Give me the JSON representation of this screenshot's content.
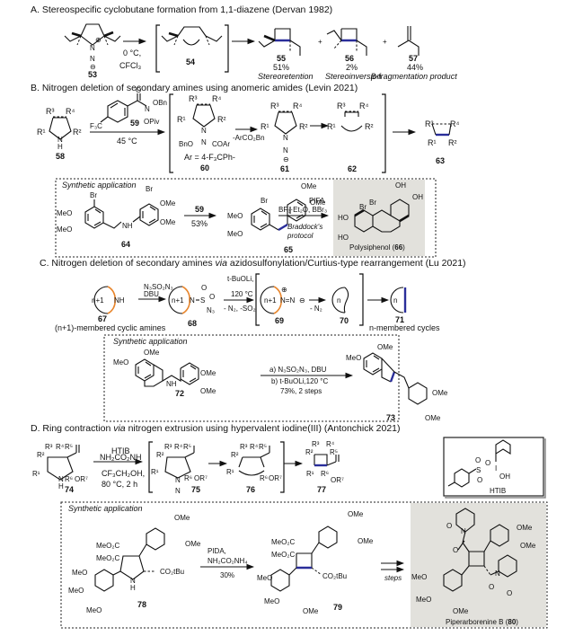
{
  "sections": {
    "A": {
      "title": "A. Stereospecific cyclobutane formation from 1,1-diazene (Dervan 1982)",
      "conditions": [
        "0 °C,",
        "CFCl₃"
      ],
      "compounds": {
        "c53": "53",
        "c54": "54",
        "c55": "55",
        "c56": "56",
        "c57": "57"
      },
      "yields": {
        "c55": "51%",
        "c56": "2%",
        "c57": "44%"
      },
      "outcomes": {
        "c55": "Stereoretention",
        "c56": "Stereoinversion",
        "c57": "β-fragmentation product"
      },
      "plus": "+"
    },
    "B": {
      "title": "B. Nitrogen deletion of secondary amines using anomeric amides (Levin 2021)",
      "reagent_label": "59",
      "reagent_groups": [
        "O",
        "N",
        "OBn",
        "OPiv",
        "F₃C"
      ],
      "conditions": "45 °C",
      "byproduct": "-ArCO₂Bn",
      "ar_def": "Ar = 4-F₃CPh-",
      "compounds": {
        "c58": "58",
        "c60": "60",
        "c61": "61",
        "c62": "62",
        "c63": "63"
      },
      "substituents": {
        "r1": "R¹",
        "r2": "R²",
        "r3": "R³",
        "r4": "R⁴"
      },
      "atoms": {
        "nh": "N",
        "h": "H",
        "bno": "BnO",
        "coar": "COAr",
        "n": "N",
        "n_plus": "N",
        "n_minus": "N"
      },
      "application": {
        "heading": "Synthetic application",
        "step1_reagent": "59",
        "step1_yield": "53%",
        "step2_reagents": [
          "PIFA",
          "BF₃·Et₂O, BBr₃"
        ],
        "step2_note": [
          "Braddock's",
          "protocol"
        ],
        "compounds": {
          "c64": "64",
          "c65": "65"
        },
        "product_name": "Polysiphenol (",
        "product_num": "66",
        "product_close": ")",
        "groups": {
          "br": "Br",
          "ome": "OMe",
          "meo": "MeO",
          "oh": "OH",
          "ho": "HO",
          "nh": "NH"
        }
      }
    },
    "C": {
      "title_parts": [
        "C. Nitrogen deletion of secondary amines ",
        "via",
        " azidosulfonylation/Curtius-type rearrangement (Lu 2021)"
      ],
      "step1": [
        "N₃SO₂N₃",
        "DBU"
      ],
      "step2": [
        "t-BuOLi,",
        "120 °C",
        "- N₂, -SO₂"
      ],
      "step3": "- N₂",
      "ring_labels": {
        "n1": "n+1",
        "n": "n"
      },
      "atoms": {
        "nh": "NH",
        "n": "N",
        "s": "S",
        "o": "O",
        "n3": "N₃",
        "n_eq_n": "N=N"
      },
      "compounds": {
        "c67": "67",
        "c68": "68",
        "c69": "69",
        "c70": "70",
        "c71": "71"
      },
      "captions": {
        "c67": "(n+1)-membered cyclic amines",
        "c71": "n-membered cycles"
      },
      "application": {
        "heading": "Synthetic application",
        "conditions": [
          "a) N₃SO₂N₃, DBU",
          "b) t-BuOLi,120 °C",
          "73%, 2 steps"
        ],
        "compounds": {
          "c72": "72",
          "c73": "73"
        },
        "groups": {
          "ome": "OMe",
          "meo": "MeO",
          "nh": "NH"
        }
      }
    },
    "D": {
      "title_parts": [
        "D. Ring contraction ",
        "via",
        " nitrogen extrusion using hypervalent iodine(III) (Antonchick 2021)"
      ],
      "conditions": [
        "HTIB",
        "NH₂CO₂NH",
        "CF₃CH₂OH,",
        "80 °C, 2 h"
      ],
      "compounds": {
        "c74": "74",
        "c75": "75",
        "c76": "76",
        "c77": "77"
      },
      "substituents": {
        "r1": "R¹",
        "r2": "R²",
        "r3": "R³",
        "r4": "R⁴",
        "r5": "R⁵",
        "r6": "R⁶",
        "or7": "OR⁷"
      },
      "htib": {
        "label": "HTIB",
        "atoms": [
          "S",
          "O",
          "O",
          "O",
          "I",
          "OH"
        ]
      },
      "application": {
        "heading": "Synthetic application",
        "conditions": [
          "PIDA,",
          "NH₂CO₂NH₄",
          "30%"
        ],
        "steps_label": "steps",
        "compounds": {
          "c78": "78",
          "c79": "79"
        },
        "product_name": "Piperarborenine B (",
        "product_num": "80",
        "product_close": ")",
        "groups": {
          "ome": "OMe",
          "meo": "MeO",
          "meo2c": "MeO₂C",
          "co2tbu": "CO₂tBu",
          "nh": "N",
          "h": "H",
          "o": "O",
          "n": "N"
        }
      }
    }
  },
  "colors": {
    "highlight_bond": "#2a2e9a",
    "ring_arc": "#e8852b",
    "product_panel": "#e2e1dc"
  }
}
